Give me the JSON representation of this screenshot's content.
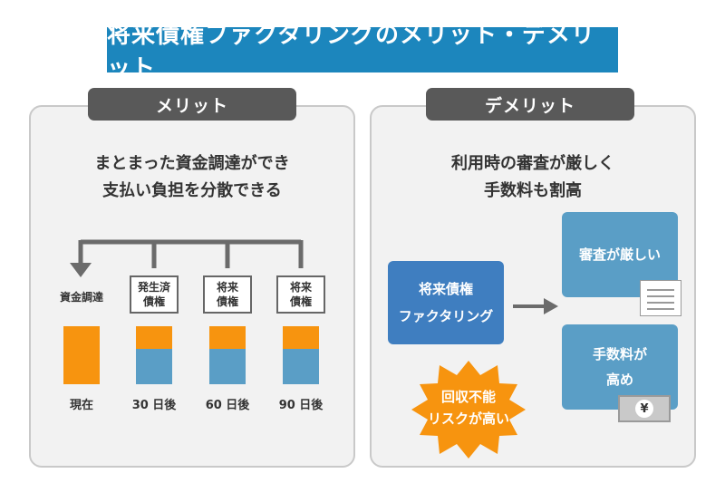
{
  "title": "将来債権ファクタリングのメリット・デメリット",
  "merit": {
    "header": "メリット",
    "line1": "まとまった資金調達ができ",
    "line2": "支払い負担を分散できる",
    "funding_label": "資金調達",
    "claims": [
      {
        "line1": "発生済",
        "line2": "債権"
      },
      {
        "line1": "将来",
        "line2": "債権"
      },
      {
        "line1": "将来",
        "line2": "債権"
      }
    ],
    "timeline": [
      "現在",
      "30 日後",
      "60 日後",
      "90 日後"
    ]
  },
  "demerit": {
    "header": "デメリット",
    "line1": "利用時の審査が厳しく",
    "line2": "手数料も割高",
    "main": {
      "line1": "将来債権",
      "line2": "ファクタリング"
    },
    "result1": "審査が厳しい",
    "result2": {
      "line1": "手数料が",
      "line2": "高め"
    },
    "risk": {
      "line1": "回収不能",
      "line2": "リスクが高い"
    },
    "yen_symbol": "¥"
  },
  "colors": {
    "title_bg": "#1c86bd",
    "orange": "#f7940f",
    "blue": "#5a9ec6",
    "dark_blue": "#3f7ec0",
    "pill": "#595959"
  }
}
